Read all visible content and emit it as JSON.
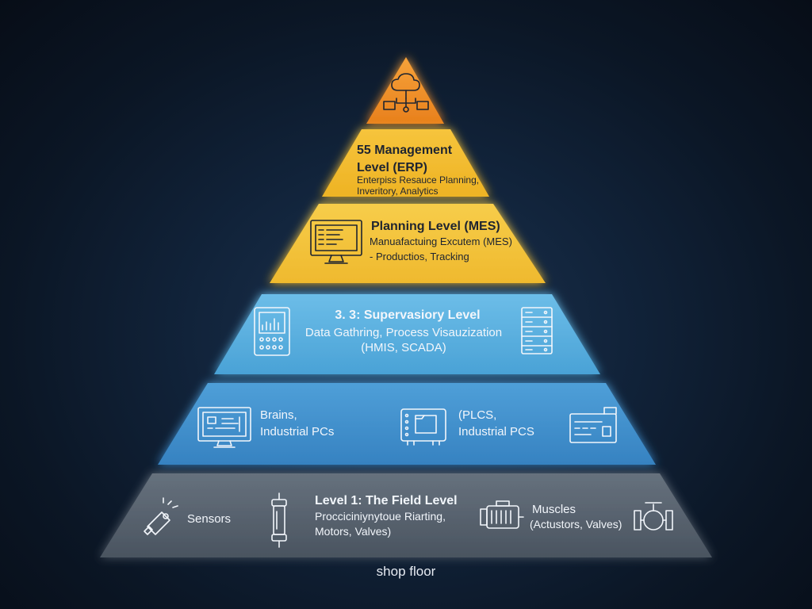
{
  "levels": [
    {
      "title": "",
      "description": "",
      "icons": [
        "cloud-network-icon"
      ],
      "color": "#f08a24"
    },
    {
      "title_lines": [
        "55 Management",
        "Level (ERP)"
      ],
      "description_lines": [
        "Enterpiss Resauce Planning,",
        "Inveritory, Analytics"
      ],
      "color": "#f2b827"
    },
    {
      "title": "Planning Level (MES)",
      "description_lines": [
        "Manuafactuing Excutem (MES)",
        "- Productios, Tracking"
      ],
      "icons": [
        "computer-monitor-icon"
      ],
      "color": "#f3c03a"
    },
    {
      "title": "3. 3: Supervasiory Level",
      "description_lines": [
        "Data Gathring, Process Visauzization",
        "(HMIS, SCADA)"
      ],
      "icons": [
        "hmi-panel-icon",
        "server-rack-icon"
      ],
      "color": "#58aedd"
    },
    {
      "left_text_lines": [
        "Brains,",
        "Industrial PCs"
      ],
      "right_text_lines": [
        "(PLCS,",
        "Industrial PCS"
      ],
      "icons": [
        "industrial-pc-icon",
        "plc-controller-icon",
        "control-unit-icon"
      ],
      "color": "#3d8fcc"
    },
    {
      "title": "Level 1: The Field Level",
      "description_lines": [
        "Procciciniynytoue Riarting,",
        "Motors, Valves)"
      ],
      "left_label": "Sensors",
      "right_label_lines": [
        "Muscles",
        "(Actustors, Valves)"
      ],
      "icons": [
        "sensor-icon",
        "actuator-cylinder-icon",
        "motor-icon",
        "valve-icon"
      ],
      "color": "#55606c"
    }
  ],
  "caption": "shop floor"
}
